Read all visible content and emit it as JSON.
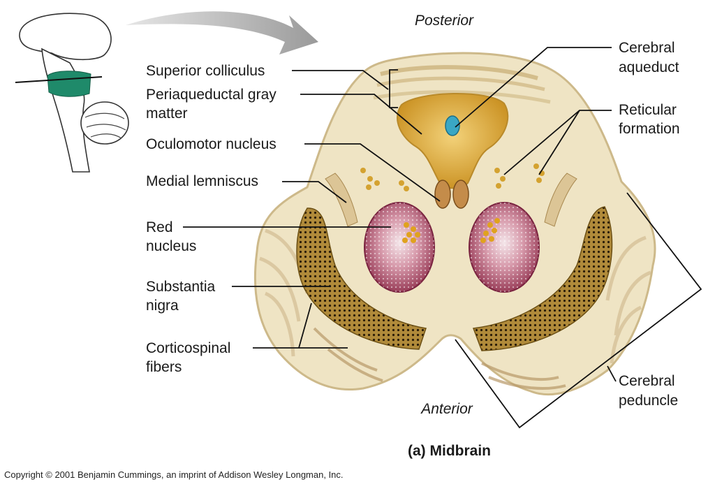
{
  "orientation": {
    "top": "Posterior",
    "bottom": "Anterior"
  },
  "labels_left": {
    "superior_colliculus": "Superior colliculus",
    "periaqueductal_line1": "Periaqueductal gray",
    "periaqueductal_line2": "matter",
    "oculomotor_nucleus": "Oculomotor nucleus",
    "medial_lemniscus": "Medial lemniscus",
    "red_line1": "Red",
    "red_line2": "nucleus",
    "substantia_line1": "Substantia",
    "substantia_line2": "nigra",
    "corticospinal_line1": "Corticospinal",
    "corticospinal_line2": "fibers"
  },
  "labels_right": {
    "aqueduct_line1": "Cerebral",
    "aqueduct_line2": "aqueduct",
    "reticular_line1": "Reticular",
    "reticular_line2": "formation",
    "peduncle_line1": "Cerebral",
    "peduncle_line2": "peduncle"
  },
  "caption": "(a)  Midbrain",
  "copyright": "Copyright © 2001 Benjamin Cummings, an imprint of Addison Wesley Longman, Inc.",
  "colors": {
    "tissue": "#efe4c4",
    "tissue_edge": "#cdb98a",
    "gray_matter": "#d9a232",
    "aqueduct": "#3aa7c4",
    "red_nucleus": "#b0506a",
    "substantia_nigra": "#a8842e",
    "highlight_green": "#1f8a6a",
    "arrow_gray": "#b0b0b0"
  }
}
